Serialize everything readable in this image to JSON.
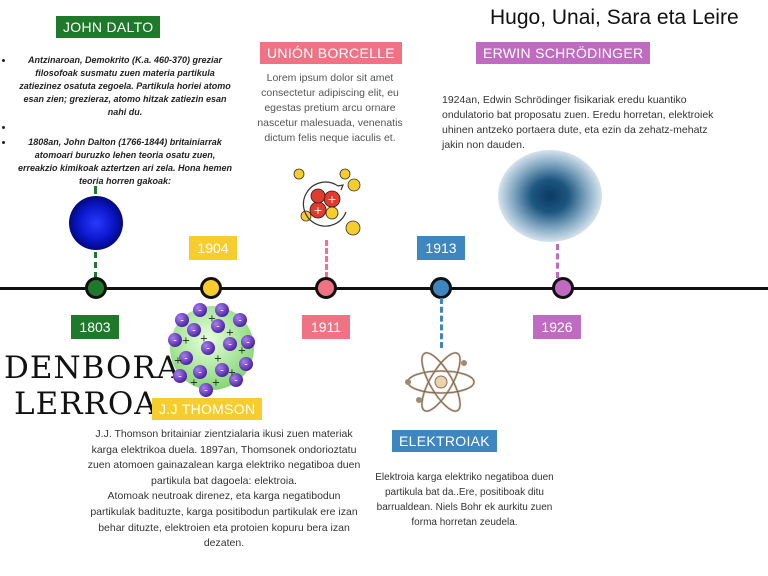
{
  "authors": "Hugo, Unai, Sara eta Leire",
  "title": {
    "line1": "DENBORA",
    "line2": "LERROA"
  },
  "dalton": {
    "label": "JOHN DALTO",
    "year": "1803",
    "bullets": [
      "Antzinaroan, Demokrito (K.a. 460-370) greziar filosofoak susmatu zuen materia partikula zatiezinez osatuta zegoela. Partikula horiei atomo esan zien; grezieraz, atomo hitzak zatiezin esan nahi du.",
      "",
      "1808an, John Dalton (1766-1844) britainiarrak atomoari buruzko lehen teoria osatu zuen, erreakzio kimikoak aztertzen ari zela. Hona hemen teoria horren gakoak:"
    ]
  },
  "thomson": {
    "label": "J.J THOMSON",
    "year": "1904",
    "text": "J.J. Thomson  britainiar zientzialaria ikusi zuen materiak karga elektrikoa duela. 1897an, Thomsonek ondorioztatu zuen atomoen gainazalean karga elektriko negatiboa duen partikula bat dagoela: elektroia.\nAtomoak neutroak direnez, eta karga negatibodun partikulak badituzte, karga positibodun partikulak ere izan behar dituzte, elektroien eta protoien kopuru bera izan dezaten."
  },
  "borcelle": {
    "label": "UNIÓN BORCELLE",
    "year": "1911",
    "text": "Lorem ipsum dolor sit amet consectetur adipiscing elit, eu egestas pretium arcu ornare nascetur malesuada, venenatis dictum felis neque iaculis et."
  },
  "elektroiak": {
    "label": "ELEKTROIAK",
    "year": "1913",
    "text": "Elektroia karga elektriko negatiboa duen partikula bat da..Ere, positiboak ditu barrualdean. Niels Bohr ek aurkitu zuen forma horretan zeudela."
  },
  "schrodinger": {
    "label": "ERWIN SCHRÖDINGER",
    "year": "1926",
    "text": "1924an, Edwin Schrödinger fisikariak eredu kuantiko ondulatorio bat proposatu zuen. Eredu horretan, elektroiek uhinen antzeko portaera dute, eta ezin da zehatz-mehatz jakin non dauden."
  },
  "thomson_signs": [
    "-",
    "+"
  ],
  "colors": {
    "green": "#1e7a2a",
    "yellow": "#f7cd2e",
    "pink": "#ef7385",
    "blue": "#3d86bf",
    "purple": "#c06ac2"
  }
}
